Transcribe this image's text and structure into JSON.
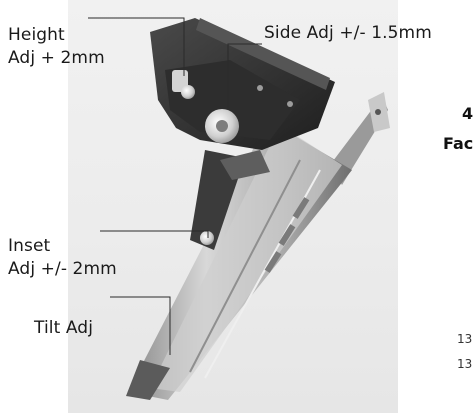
{
  "callouts": {
    "height": {
      "line1": "Height",
      "line2": "Adj + 2mm"
    },
    "side": {
      "line1": "Side Adj +/- 1.5mm"
    },
    "inset": {
      "line1": "Inset",
      "line2": "Adj +/- 2mm"
    },
    "tilt": {
      "line1": "Tilt Adj"
    }
  },
  "edge_text": {
    "fragment_1": "4",
    "fragment_2": "Fac",
    "number_1": "13",
    "number_2": "13"
  },
  "colors": {
    "leader_line": "#2a2a2a",
    "housing": "#3a3a3a",
    "rail": "#b8b8b8",
    "photo_background": "#ececec"
  }
}
